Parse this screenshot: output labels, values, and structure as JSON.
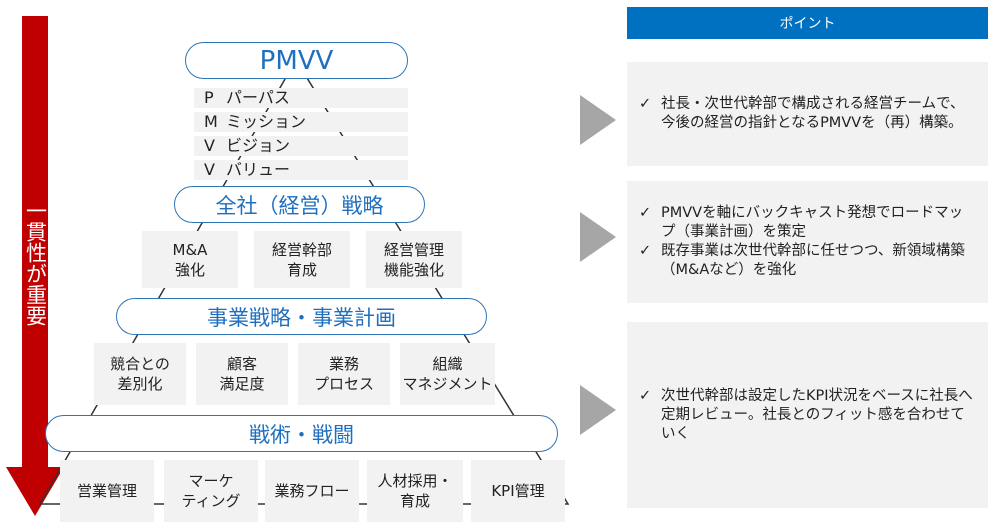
{
  "side_arrow": {
    "text": "一貫性が重要",
    "color": "#c00000"
  },
  "pyramid": {
    "pmvv": {
      "title": "PMVV",
      "items": [
        {
          "letter": "P",
          "label": "パーパス"
        },
        {
          "letter": "M",
          "label": "ミッション"
        },
        {
          "letter": "V",
          "label": "ビジョン"
        },
        {
          "letter": "V",
          "label": "バリュー"
        }
      ]
    },
    "level2": {
      "title": "全社（経営）戦略",
      "boxes": [
        "M&A\n強化",
        "経営幹部\n育成",
        "経営管理\n機能強化"
      ]
    },
    "level3": {
      "title": "事業戦略・事業計画",
      "boxes": [
        "競合との\n差別化",
        "顧客\n満足度",
        "業務\nプロセス",
        "組織\nマネジメント"
      ]
    },
    "level4": {
      "title": "戦術・戦闘",
      "boxes": [
        "営業管理",
        "マーケ\nティング",
        "業務フロー",
        "人材採用・\n育成",
        "KPI管理"
      ]
    }
  },
  "points": {
    "header": "ポイント",
    "check_mark": "✓",
    "panels": [
      {
        "items": [
          "社長・次世代幹部で構成される経営チームで、今後の経営の指針となるPMVVを（再）構築。"
        ]
      },
      {
        "items": [
          "PMVVを軸にバックキャスト発想でロードマップ（事業計画）を策定",
          "既存事業は次世代幹部に任せつつ、新領域構築（M&Aなど）を強化"
        ]
      },
      {
        "items": [
          "次世代幹部は設定したKPI状況をベースに社長へ定期レビュー。社長とのフィット感を合わせていく"
        ]
      }
    ]
  },
  "colors": {
    "accent_blue": "#0070c0",
    "pill_border": "#2e75b6",
    "pill_text": "#1f6fc0",
    "panel_grey": "#f2f2f2",
    "chevron_grey": "#a6a6a6"
  }
}
